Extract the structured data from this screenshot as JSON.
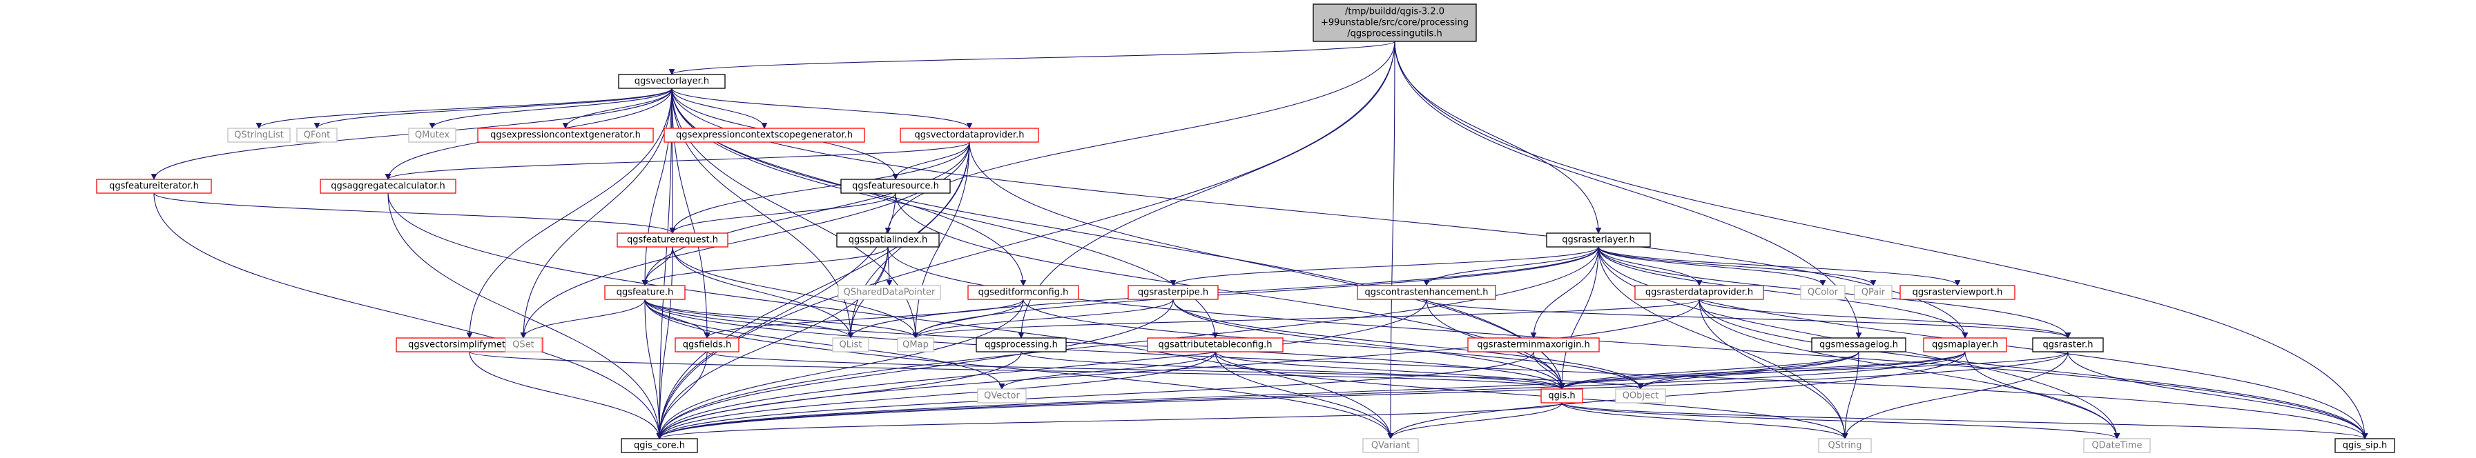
{
  "colors": {
    "edge": "#191970",
    "root_fill": "#bfbfbf",
    "root_border": "#000000",
    "linked_border": "#000000",
    "undocumented_border": "#ff0000",
    "external_border": "#bfbfbf",
    "external_text": "#7f7f7f",
    "node_fill": "#ffffff"
  },
  "nodes": {
    "root": {
      "lines": [
        "/tmp/buildd/qgis-3.2.0",
        "+99unstable/src/core/processing",
        "/qgsprocessingutils.h"
      ],
      "kind": "root"
    },
    "qgsvectorlayer": {
      "lines": [
        "qgsvectorlayer.h"
      ],
      "kind": "linked"
    },
    "qgsrasterlayer": {
      "lines": [
        "qgsrasterlayer.h"
      ],
      "kind": "linked"
    },
    "qgsspatialindex": {
      "lines": [
        "qgsspatialindex.h"
      ],
      "kind": "linked"
    },
    "qgsfeaturesource": {
      "lines": [
        "qgsfeaturesource.h"
      ],
      "kind": "linked"
    },
    "qgsprocessing": {
      "lines": [
        "qgsprocessing.h"
      ],
      "kind": "linked"
    },
    "qgsmessagelog": {
      "lines": [
        "qgsmessagelog.h"
      ],
      "kind": "linked"
    },
    "qgsraster": {
      "lines": [
        "qgsraster.h"
      ],
      "kind": "linked"
    },
    "qgsvectordataprovider": {
      "lines": [
        "qgsvectordataprovider.h"
      ],
      "kind": "red"
    },
    "qgsexpressioncontextgenerator": {
      "lines": [
        "qgsexpressioncontextgenerator.h"
      ],
      "kind": "red"
    },
    "qgsexpressioncontextscopegenerator": {
      "lines": [
        "qgsexpressioncontextscopegenerator.h"
      ],
      "kind": "red"
    },
    "qgsfeatureiterator": {
      "lines": [
        "qgsfeatureiterator.h"
      ],
      "kind": "red"
    },
    "qgsaggregatecalculator": {
      "lines": [
        "qgsaggregatecalculator.h"
      ],
      "kind": "red"
    },
    "qgsfeaturerequest": {
      "lines": [
        "qgsfeaturerequest.h"
      ],
      "kind": "red"
    },
    "qgsfeature": {
      "lines": [
        "qgsfeature.h"
      ],
      "kind": "red"
    },
    "qgseditformconfig": {
      "lines": [
        "qgseditformconfig.h"
      ],
      "kind": "red"
    },
    "qgsrasterpipe": {
      "lines": [
        "qgsrasterpipe.h"
      ],
      "kind": "red"
    },
    "qgscontrastenhancement": {
      "lines": [
        "qgscontrastenhancement.h"
      ],
      "kind": "red"
    },
    "qgsrasterdataprovider": {
      "lines": [
        "qgsrasterdataprovider.h"
      ],
      "kind": "red"
    },
    "qgsrasterviewport": {
      "lines": [
        "qgsrasterviewport.h"
      ],
      "kind": "red"
    },
    "qgsvectorsimplifymethod": {
      "lines": [
        "qgsvectorsimplifymethod.h"
      ],
      "kind": "red"
    },
    "qgsfields": {
      "lines": [
        "qgsfields.h"
      ],
      "kind": "red"
    },
    "qgsattributetableconfig": {
      "lines": [
        "qgsattributetableconfig.h"
      ],
      "kind": "red"
    },
    "qgsrasterminmaxorigin": {
      "lines": [
        "qgsrasterminmaxorigin.h"
      ],
      "kind": "red"
    },
    "qgsmaplayer": {
      "lines": [
        "qgsmaplayer.h"
      ],
      "kind": "red"
    },
    "qgis": {
      "lines": [
        "qgis.h"
      ],
      "kind": "red"
    },
    "qgis_core": {
      "lines": [
        "qgis_core.h"
      ],
      "kind": "linked"
    },
    "qgis_sip": {
      "lines": [
        "qgis_sip.h"
      ],
      "kind": "linked"
    },
    "QStringList": {
      "lines": [
        "QStringList"
      ],
      "kind": "external"
    },
    "QFont": {
      "lines": [
        "QFont"
      ],
      "kind": "external"
    },
    "QMutex": {
      "lines": [
        "QMutex"
      ],
      "kind": "external"
    },
    "QSharedDataPointer": {
      "lines": [
        "QSharedDataPointer"
      ],
      "kind": "external"
    },
    "QSet": {
      "lines": [
        "QSet"
      ],
      "kind": "external"
    },
    "QList": {
      "lines": [
        "QList"
      ],
      "kind": "external"
    },
    "QMap": {
      "lines": [
        "QMap"
      ],
      "kind": "external"
    },
    "QVector": {
      "lines": [
        "QVector"
      ],
      "kind": "external"
    },
    "QObject": {
      "lines": [
        "QObject"
      ],
      "kind": "external"
    },
    "QVariant": {
      "lines": [
        "QVariant"
      ],
      "kind": "external"
    },
    "QString": {
      "lines": [
        "QString"
      ],
      "kind": "external"
    },
    "QDateTime": {
      "lines": [
        "QDateTime"
      ],
      "kind": "external"
    },
    "QColor": {
      "lines": [
        "QColor"
      ],
      "kind": "external"
    },
    "QPair": {
      "lines": [
        "QPair"
      ],
      "kind": "external"
    }
  },
  "edges": [
    [
      "root",
      "qgsvectorlayer"
    ],
    [
      "root",
      "qgsrasterlayer"
    ],
    [
      "root",
      "qgsspatialindex"
    ],
    [
      "root",
      "qgsprocessing"
    ],
    [
      "root",
      "qgsmessagelog"
    ],
    [
      "root",
      "qgis_core"
    ],
    [
      "root",
      "QVariant"
    ],
    [
      "root",
      "qgis_sip"
    ],
    [
      "qgsvectorlayer",
      "QStringList"
    ],
    [
      "qgsvectorlayer",
      "QFont"
    ],
    [
      "qgsvectorlayer",
      "QMutex"
    ],
    [
      "qgsvectorlayer",
      "qgsexpressioncontextgenerator"
    ],
    [
      "qgsvectorlayer",
      "qgsexpressioncontextscopegenerator"
    ],
    [
      "qgsvectorlayer",
      "qgsvectordataprovider"
    ],
    [
      "qgsvectorlayer",
      "qgsfeatureiterator"
    ],
    [
      "qgsvectorlayer",
      "qgsaggregatecalculator"
    ],
    [
      "qgsvectorlayer",
      "qgsfeaturesource"
    ],
    [
      "qgsvectorlayer",
      "qgsfeaturerequest"
    ],
    [
      "qgsvectorlayer",
      "qgsfeature"
    ],
    [
      "qgsvectorlayer",
      "qgseditformconfig"
    ],
    [
      "qgsvectorlayer",
      "qgsattributetableconfig"
    ],
    [
      "qgsvectorlayer",
      "qgsvectorsimplifymethod"
    ],
    [
      "qgsvectorlayer",
      "qgsfields"
    ],
    [
      "qgsvectorlayer",
      "QSet"
    ],
    [
      "qgsvectorlayer",
      "QList"
    ],
    [
      "qgsvectorlayer",
      "QMap"
    ],
    [
      "qgsvectorlayer",
      "qgsmaplayer"
    ],
    [
      "qgsvectorlayer",
      "qgis"
    ],
    [
      "qgsvectorlayer",
      "qgis_core"
    ],
    [
      "qgsvectordataprovider",
      "qgsfeaturesource"
    ],
    [
      "qgsvectordataprovider",
      "qgsaggregatecalculator"
    ],
    [
      "qgsvectordataprovider",
      "qgsfeaturerequest"
    ],
    [
      "qgsvectordataprovider",
      "qgsfeature"
    ],
    [
      "qgsvectordataprovider",
      "QSet"
    ],
    [
      "qgsvectordataprovider",
      "QList"
    ],
    [
      "qgsvectordataprovider",
      "QMap"
    ],
    [
      "qgsvectordataprovider",
      "qgis"
    ],
    [
      "qgsvectordataprovider",
      "qgis_core"
    ],
    [
      "qgsfeatureiterator",
      "qgsfeaturerequest"
    ],
    [
      "qgsfeatureiterator",
      "qgis_core"
    ],
    [
      "qgsaggregatecalculator",
      "qgis_core"
    ],
    [
      "qgsaggregatecalculator",
      "QVariant"
    ],
    [
      "qgsfeaturesource",
      "qgsfeaturerequest"
    ],
    [
      "qgsfeaturesource",
      "qgis"
    ],
    [
      "qgsfeaturesource",
      "qgis_core"
    ],
    [
      "qgsfeaturerequest",
      "qgsfeature"
    ],
    [
      "qgsfeaturerequest",
      "QList"
    ],
    [
      "qgsfeaturerequest",
      "QMap"
    ],
    [
      "qgsfeaturerequest",
      "qgis_core"
    ],
    [
      "qgsspatialindex",
      "QSharedDataPointer"
    ],
    [
      "qgsspatialindex",
      "QList"
    ],
    [
      "qgsspatialindex",
      "qgsfeature"
    ],
    [
      "qgsspatialindex",
      "qgis_core"
    ],
    [
      "qgsspatialindex",
      "qgis_sip"
    ],
    [
      "qgsfeature",
      "QSet"
    ],
    [
      "qgsfeature",
      "qgsfields"
    ],
    [
      "qgsfeature",
      "QList"
    ],
    [
      "qgsfeature",
      "QMap"
    ],
    [
      "qgsfeature",
      "QVector"
    ],
    [
      "qgsfeature",
      "QVariant"
    ],
    [
      "qgsfeature",
      "qgis"
    ],
    [
      "qgsfeature",
      "qgis_core"
    ],
    [
      "qgsfeature",
      "qgis_sip"
    ],
    [
      "qgsvectorsimplifymethod",
      "qgis"
    ],
    [
      "qgsvectorsimplifymethod",
      "qgis_core"
    ],
    [
      "qgsfields",
      "qgis_core"
    ],
    [
      "qgsfields",
      "QObject"
    ],
    [
      "qgseditformconfig",
      "QMap"
    ],
    [
      "qgseditformconfig",
      "qgsfields"
    ],
    [
      "qgseditformconfig",
      "QObject"
    ],
    [
      "qgseditformconfig",
      "qgis_core"
    ],
    [
      "qgsprocessing",
      "qgis"
    ],
    [
      "qgsprocessing",
      "qgis_core"
    ],
    [
      "qgsattributetableconfig",
      "qgis"
    ],
    [
      "qgsattributetableconfig",
      "QVector"
    ],
    [
      "qgsattributetableconfig",
      "QVariant"
    ],
    [
      "qgsattributetableconfig",
      "qgis_core"
    ],
    [
      "qgsattributetableconfig",
      "QString"
    ],
    [
      "qgsrasterlayer",
      "QColor"
    ],
    [
      "qgsrasterlayer",
      "QPair"
    ],
    [
      "qgsrasterlayer",
      "qgsrasterviewport"
    ],
    [
      "qgsrasterlayer",
      "qgsrasterdataprovider"
    ],
    [
      "qgsrasterlayer",
      "qgscontrastenhancement"
    ],
    [
      "qgsrasterlayer",
      "qgsrasterpipe"
    ],
    [
      "qgsrasterlayer",
      "qgsrasterminmaxorigin"
    ],
    [
      "qgsrasterlayer",
      "qgsraster"
    ],
    [
      "qgsrasterlayer",
      "qgsmaplayer"
    ],
    [
      "qgsrasterlayer",
      "qgis"
    ],
    [
      "qgsrasterlayer",
      "QList"
    ],
    [
      "qgsrasterlayer",
      "QMap"
    ],
    [
      "qgsrasterlayer",
      "qgis_core"
    ],
    [
      "qgsrasterlayer",
      "qgis_sip"
    ],
    [
      "qgsrasterlayer",
      "QDateTime"
    ],
    [
      "qgsrasterlayer",
      "QString"
    ],
    [
      "qgsrasterpipe",
      "QMap"
    ],
    [
      "qgsrasterpipe",
      "QObject"
    ],
    [
      "qgsrasterpipe",
      "qgis"
    ],
    [
      "qgsrasterpipe",
      "qgis_core"
    ],
    [
      "qgscontrastenhancement",
      "qgis"
    ],
    [
      "qgscontrastenhancement",
      "qgsraster"
    ],
    [
      "qgscontrastenhancement",
      "qgis_core"
    ],
    [
      "qgsrasterdataprovider",
      "qgsraster"
    ],
    [
      "qgsrasterdataprovider",
      "QDateTime"
    ],
    [
      "qgsrasterdataprovider",
      "qgis_sip"
    ],
    [
      "qgsrasterdataprovider",
      "QMap"
    ],
    [
      "qgsrasterdataprovider",
      "qgis_core"
    ],
    [
      "qgsrasterdataprovider",
      "QString"
    ],
    [
      "qgsrasterminmaxorigin",
      "qgis"
    ],
    [
      "qgsrasterminmaxorigin",
      "qgis_core"
    ],
    [
      "qgsmessagelog",
      "QString"
    ],
    [
      "qgsmessagelog",
      "QObject"
    ],
    [
      "qgsmessagelog",
      "qgis"
    ],
    [
      "qgsmessagelog",
      "qgis_core"
    ],
    [
      "qgsraster",
      "qgis"
    ],
    [
      "qgsraster",
      "qgis_core"
    ],
    [
      "qgsraster",
      "qgis_sip"
    ],
    [
      "qgsraster",
      "QString"
    ],
    [
      "qgsmaplayer",
      "QObject"
    ],
    [
      "qgsmaplayer",
      "qgis"
    ],
    [
      "qgsmaplayer",
      "QDateTime"
    ],
    [
      "qgsmaplayer",
      "qgis_core"
    ],
    [
      "qgsmaplayer",
      "QVariant"
    ],
    [
      "qgis",
      "qgis_core"
    ],
    [
      "qgis",
      "QVariant"
    ],
    [
      "qgis",
      "QString"
    ],
    [
      "qgis",
      "QDateTime"
    ],
    [
      "qgis",
      "qgis_sip"
    ]
  ]
}
